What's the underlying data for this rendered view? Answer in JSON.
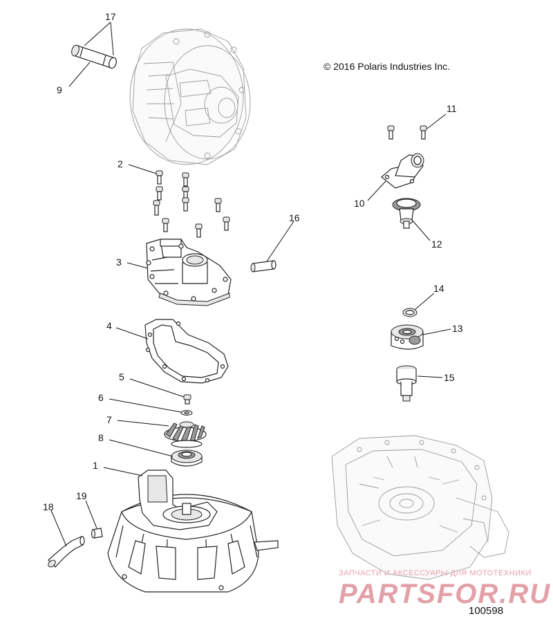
{
  "copyright": "© 2016 Polaris Industries Inc.",
  "reference_number": "100598",
  "watermark": {
    "line1": "ЗАПЧАСТИ И АКСЕССУАРЫ ДЛЯ МОТОТЕХНИКИ",
    "line2": "PARTSFOR.RU"
  },
  "callouts": [
    {
      "id": "c17",
      "label": "17"
    },
    {
      "id": "c9",
      "label": "9"
    },
    {
      "id": "c11",
      "label": "11"
    },
    {
      "id": "c2",
      "label": "2"
    },
    {
      "id": "c10",
      "label": "10"
    },
    {
      "id": "c12",
      "label": "12"
    },
    {
      "id": "c16",
      "label": "16"
    },
    {
      "id": "c3",
      "label": "3"
    },
    {
      "id": "c14",
      "label": "14"
    },
    {
      "id": "c4",
      "label": "4"
    },
    {
      "id": "c13",
      "label": "13"
    },
    {
      "id": "c5",
      "label": "5"
    },
    {
      "id": "c15",
      "label": "15"
    },
    {
      "id": "c6",
      "label": "6"
    },
    {
      "id": "c7",
      "label": "7"
    },
    {
      "id": "c8",
      "label": "8"
    },
    {
      "id": "c1",
      "label": "1"
    },
    {
      "id": "c19",
      "label": "19"
    },
    {
      "id": "c18",
      "label": "18"
    }
  ]
}
